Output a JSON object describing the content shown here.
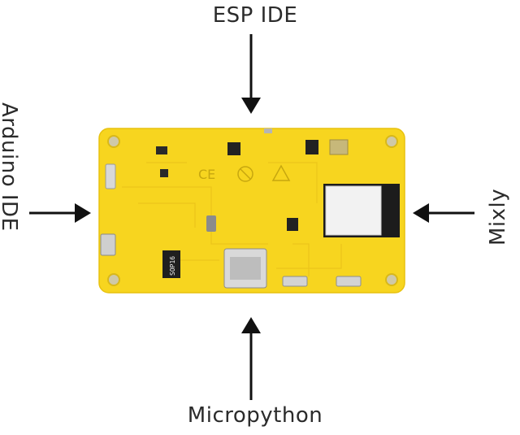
{
  "labels": {
    "top": "ESP IDE",
    "left": "Arduino IDE",
    "right": "Mixly",
    "bottom": "Micropython"
  },
  "board": {
    "marking_chip": "SOP16",
    "color": "#f7d51f",
    "module_color": "#1c1c1c",
    "shield_color": "#f2f2f2"
  }
}
